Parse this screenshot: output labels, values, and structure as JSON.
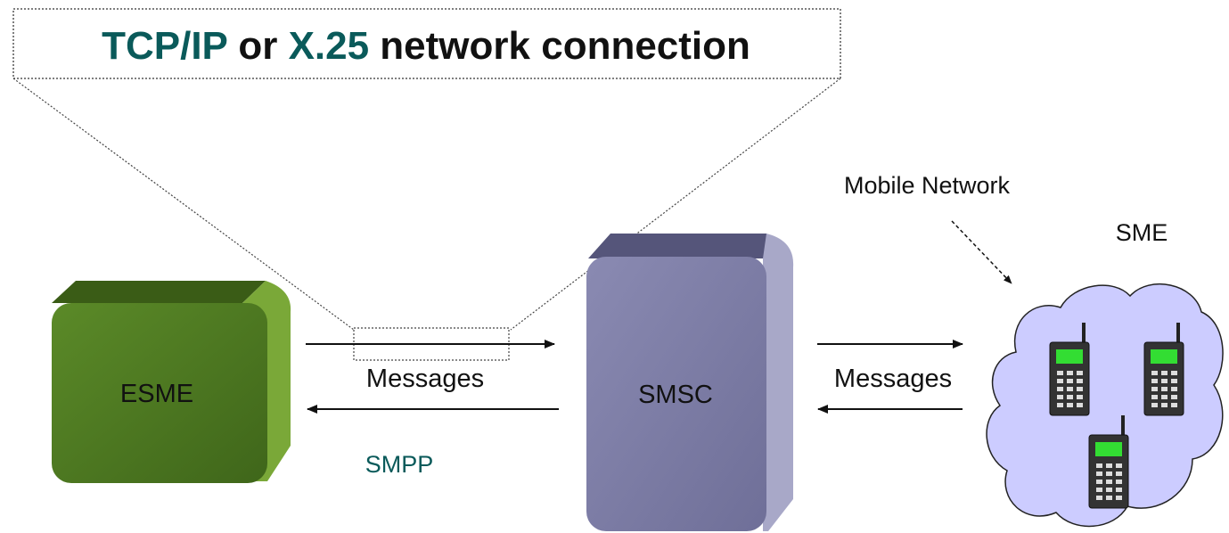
{
  "banner": {
    "part1": "TCP/IP",
    "part2": " or ",
    "part3": "X.25",
    "part4": " network connection"
  },
  "nodes": {
    "esme": "ESME",
    "smsc": "SMSC",
    "sme": "SME"
  },
  "labels": {
    "left_messages": "Messages",
    "right_messages": "Messages",
    "protocol": "SMPP",
    "mobile_network": "Mobile Network"
  },
  "colors": {
    "esme_face": "#4f7a21",
    "esme_side": "#7aa838",
    "smsc_face": "#7f7fa6",
    "smsc_side": "#a8a8c8",
    "cloud_fill": "#ccccff",
    "accent_teal": "#0a5a5a",
    "phone_screen": "#33dd33"
  }
}
